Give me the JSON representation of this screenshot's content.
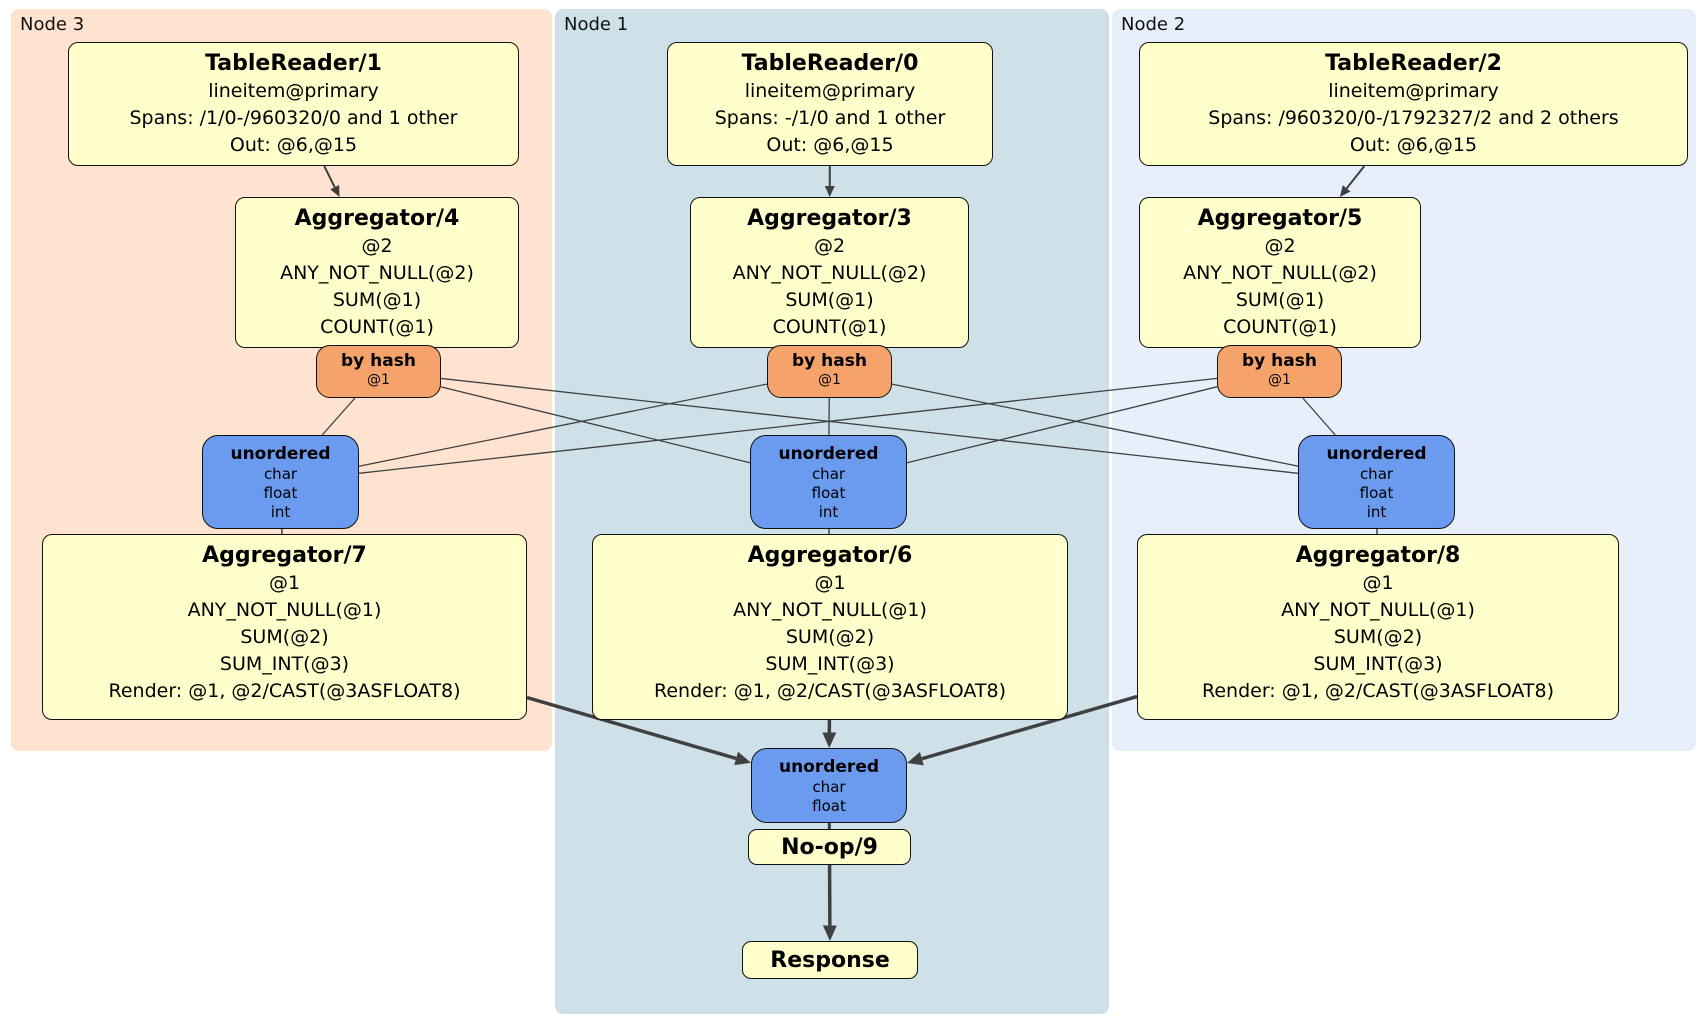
{
  "regions": [
    {
      "id": "node3",
      "label": "Node 3"
    },
    {
      "id": "node1",
      "label": "Node 1"
    },
    {
      "id": "node2",
      "label": "Node 2"
    }
  ],
  "processors": {
    "tr1": {
      "title": "TableReader/1",
      "lines": [
        "lineitem@primary",
        "Spans: /1/0-/960320/0 and 1 other",
        "Out: @6,@15"
      ]
    },
    "tr0": {
      "title": "TableReader/0",
      "lines": [
        "lineitem@primary",
        "Spans: -/1/0 and 1 other",
        "Out: @6,@15"
      ]
    },
    "tr2": {
      "title": "TableReader/2",
      "lines": [
        "lineitem@primary",
        "Spans: /960320/0-/1792327/2 and 2 others",
        "Out: @6,@15"
      ]
    },
    "agg4": {
      "title": "Aggregator/4",
      "lines": [
        "@2",
        "ANY_NOT_NULL(@2)",
        "SUM(@1)",
        "COUNT(@1)"
      ]
    },
    "agg3": {
      "title": "Aggregator/3",
      "lines": [
        "@2",
        "ANY_NOT_NULL(@2)",
        "SUM(@1)",
        "COUNT(@1)"
      ]
    },
    "agg5": {
      "title": "Aggregator/5",
      "lines": [
        "@2",
        "ANY_NOT_NULL(@2)",
        "SUM(@1)",
        "COUNT(@1)"
      ]
    },
    "agg7": {
      "title": "Aggregator/7",
      "lines": [
        "@1",
        "ANY_NOT_NULL(@1)",
        "SUM(@2)",
        "SUM_INT(@3)",
        "Render: @1, @2/CAST(@3ASFLOAT8)"
      ]
    },
    "agg6": {
      "title": "Aggregator/6",
      "lines": [
        "@1",
        "ANY_NOT_NULL(@1)",
        "SUM(@2)",
        "SUM_INT(@3)",
        "Render: @1, @2/CAST(@3ASFLOAT8)"
      ]
    },
    "agg8": {
      "title": "Aggregator/8",
      "lines": [
        "@1",
        "ANY_NOT_NULL(@1)",
        "SUM(@2)",
        "SUM_INT(@3)",
        "Render: @1, @2/CAST(@3ASFLOAT8)"
      ]
    },
    "noop": {
      "title": "No-op/9"
    },
    "response": {
      "title": "Response"
    }
  },
  "routers": {
    "hash3": {
      "title": "by hash",
      "detail": "@1"
    },
    "hash1": {
      "title": "by hash",
      "detail": "@1"
    },
    "hash2": {
      "title": "by hash",
      "detail": "@1"
    }
  },
  "syncs": {
    "sync3": {
      "title": "unordered",
      "items": [
        "char",
        "float",
        "int"
      ]
    },
    "sync1": {
      "title": "unordered",
      "items": [
        "char",
        "float",
        "int"
      ]
    },
    "sync2": {
      "title": "unordered",
      "items": [
        "char",
        "float",
        "int"
      ]
    },
    "syncFinal": {
      "title": "unordered",
      "items": [
        "char",
        "float"
      ]
    }
  },
  "colors": {
    "edge": "#404040",
    "node3_bg": "#fde3d0",
    "node1_bg": "#cfe1e8",
    "node2_bg": "#e7effb",
    "proc_fill": "#ffffcc",
    "router_fill": "#f5a36a",
    "sync_fill": "#6a9bef"
  },
  "edges": [
    {
      "from": "tr1",
      "to": "agg4",
      "style": "arrow",
      "w": 2
    },
    {
      "from": "tr0",
      "to": "agg3",
      "style": "arrow",
      "w": 2
    },
    {
      "from": "tr2",
      "to": "agg5",
      "style": "arrow",
      "w": 2
    },
    {
      "from": "agg4",
      "to": "hash3",
      "style": "plain",
      "w": 1.5
    },
    {
      "from": "agg3",
      "to": "hash1",
      "style": "plain",
      "w": 1.5
    },
    {
      "from": "agg5",
      "to": "hash2",
      "style": "plain",
      "w": 1.5
    },
    {
      "from": "hash3",
      "to": "sync3",
      "style": "plain",
      "w": 1.3
    },
    {
      "from": "hash3",
      "to": "sync1",
      "style": "plain",
      "w": 1.3
    },
    {
      "from": "hash3",
      "to": "sync2",
      "style": "plain",
      "w": 1.3
    },
    {
      "from": "hash1",
      "to": "sync3",
      "style": "plain",
      "w": 1.3
    },
    {
      "from": "hash1",
      "to": "sync1",
      "style": "plain",
      "w": 1.3
    },
    {
      "from": "hash1",
      "to": "sync2",
      "style": "plain",
      "w": 1.3
    },
    {
      "from": "hash2",
      "to": "sync3",
      "style": "plain",
      "w": 1.3
    },
    {
      "from": "hash2",
      "to": "sync1",
      "style": "plain",
      "w": 1.3
    },
    {
      "from": "hash2",
      "to": "sync2",
      "style": "plain",
      "w": 1.3
    },
    {
      "from": "sync3",
      "to": "agg7",
      "style": "plain",
      "w": 1.5
    },
    {
      "from": "sync1",
      "to": "agg6",
      "style": "plain",
      "w": 1.5
    },
    {
      "from": "sync2",
      "to": "agg8",
      "style": "plain",
      "w": 1.5
    },
    {
      "from": "agg7",
      "to": "syncFinal",
      "style": "arrow",
      "w": 3.5
    },
    {
      "from": "agg6",
      "to": "syncFinal",
      "style": "arrow",
      "w": 3.5
    },
    {
      "from": "agg8",
      "to": "syncFinal",
      "style": "arrow",
      "w": 3.5
    },
    {
      "from": "syncFinal",
      "to": "noop",
      "style": "plain",
      "w": 3
    },
    {
      "from": "noop",
      "to": "response",
      "style": "arrow",
      "w": 3.5
    }
  ]
}
